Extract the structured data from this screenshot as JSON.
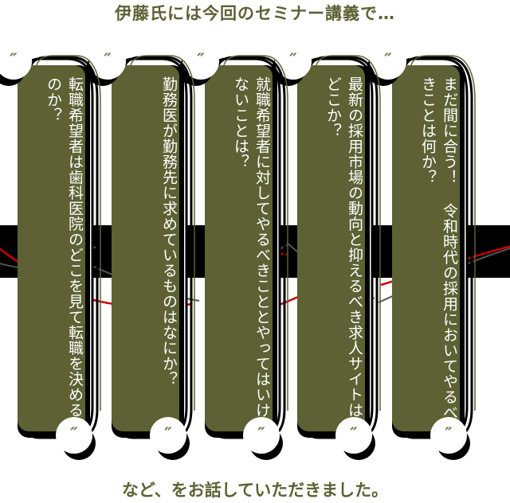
{
  "header": {
    "caption": "伊藤氏には今回のセミナー講義で…"
  },
  "footer": {
    "caption": "など、をお話していただきました。"
  },
  "colors": {
    "olive": "#5d6134",
    "card_text": "#ffffff",
    "band": "#000000",
    "accent_red": "#cc0000",
    "accent_gray": "#555555",
    "page_bg": "#ffffff"
  },
  "quote_glyph": "″",
  "cards": [
    {
      "id": "card-1",
      "lines": [
        "転職希望者は歯科医院の",
        "どこを見て転職を決めるのか？"
      ],
      "full_text": "転職希望者は歯科医院のどこを見て転職を決めるのか？"
    },
    {
      "id": "card-2",
      "lines": [
        "勤務医が勤務先に",
        "求めているものはなにか？"
      ],
      "full_text": "勤務医が勤務先に求めているものはなにか？"
    },
    {
      "id": "card-3",
      "lines": [
        "就職希望者に対してやるべき",
        "こととやってはいけないことは？"
      ],
      "full_text": "就職希望者に対してやるべきこととやってはいけないことは？"
    },
    {
      "id": "card-4",
      "lines": [
        "最新の採用市場の動向と",
        "抑えるべき求人サイトはどこか？"
      ],
      "full_text": "最新の採用市場の動向と抑えるべき求人サイトはどこか？"
    },
    {
      "id": "card-5",
      "lines": [
        "まだ間に合う！ 令和時代の採用",
        "においてやるべきことは何か？"
      ],
      "full_text": "まだ間に合う！ 令和時代の採用においてやるべきことは何か？"
    }
  ]
}
